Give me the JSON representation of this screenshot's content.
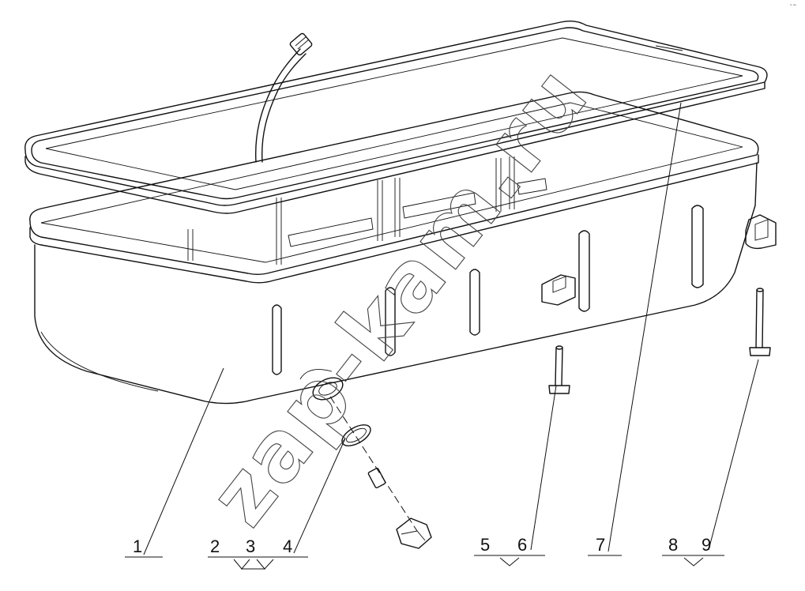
{
  "diagram": {
    "watermark": "zap-kam.ru",
    "corner_mark": "≈ ═",
    "callouts": [
      {
        "id": "c1",
        "labels": [
          "1"
        ]
      },
      {
        "id": "c234",
        "labels": [
          "2",
          "3",
          "4"
        ]
      },
      {
        "id": "c56",
        "labels": [
          "5",
          "6"
        ]
      },
      {
        "id": "c7",
        "labels": [
          "7"
        ]
      },
      {
        "id": "c89",
        "labels": [
          "8",
          "9"
        ]
      }
    ]
  }
}
